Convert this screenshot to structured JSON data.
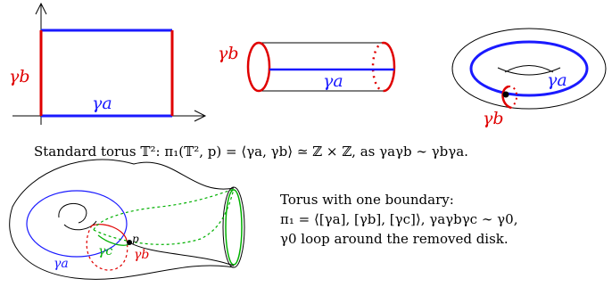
{
  "labels": {
    "gamma_a": "γa",
    "gamma_b": "γb",
    "gamma_c": "γc",
    "point_p": "p"
  },
  "captions": {
    "standard_torus": "Standard torus 𝕋²: π₁(𝕋², p) = ⟨γa, γb⟩ ≃ ℤ × ℤ, as γaγb ∼ γbγa.",
    "boundary_line1": "Torus with one boundary:",
    "boundary_line2": "π₁ = ⟨[γa], [γb], [γc]⟩, γaγbγc ∼ γ0,",
    "boundary_line3": "γ0 loop around the removed disk."
  },
  "colors": {
    "gamma_a": "#1a1aff",
    "gamma_b": "#e00000",
    "gamma_c": "#00b000",
    "outline": "#000000"
  }
}
